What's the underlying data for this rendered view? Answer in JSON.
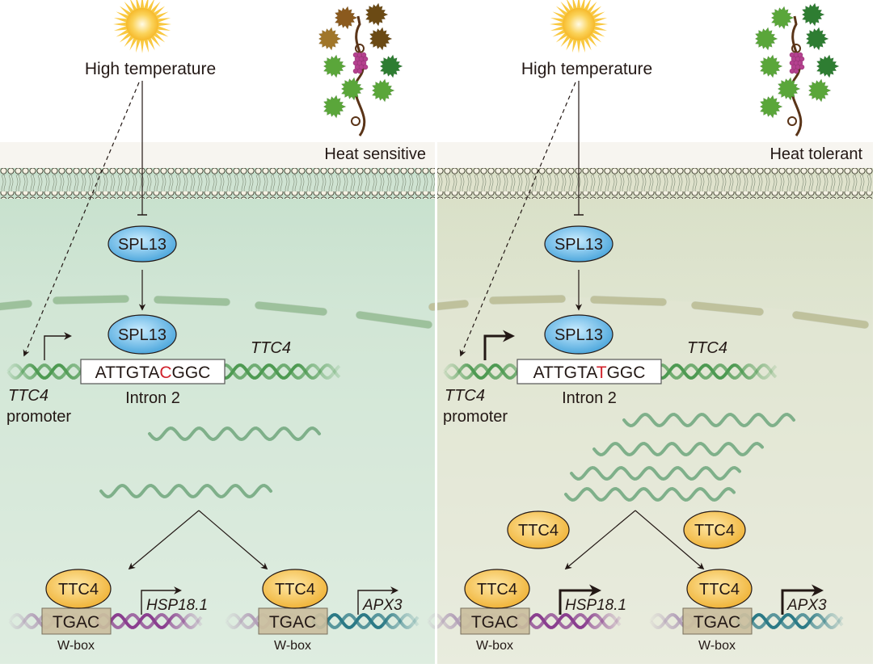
{
  "panels": [
    {
      "id": "sensitive",
      "plant_label": "Heat sensitive",
      "stimulus_label": "High temperature",
      "protein_upper": "SPL13",
      "protein_lower": "SPL13",
      "sequence_prefix": "ATTGTA",
      "sequence_variant": "C",
      "sequence_suffix": "GGC",
      "intron_label": "Intron 2",
      "gene_label": "TTC4",
      "promoter_label_line1": "TTC4",
      "promoter_label_line2": "promoter",
      "transcript_count": 2,
      "free_ttc4_count": 0,
      "target_protein": "TTC4",
      "wbox_motif": "TGAC",
      "wbox_label": "W-box",
      "target_genes": [
        "HSP18.1",
        "APX3"
      ],
      "cytoplasm_color": "#cfe3d3",
      "nucleus_segment_color": "#a9cfa9",
      "leaf_palette": [
        "#8b5a1e",
        "#6b4a14",
        "#a0762a",
        "#5aa63a",
        "#2e7d32"
      ]
    },
    {
      "id": "tolerant",
      "plant_label": "Heat tolerant",
      "stimulus_label": "High temperature",
      "protein_upper": "SPL13",
      "protein_lower": "SPL13",
      "sequence_prefix": "ATTGTA",
      "sequence_variant": "T",
      "sequence_suffix": "GGC",
      "intron_label": "Intron 2",
      "gene_label": "TTC4",
      "promoter_label_line1": "TTC4",
      "promoter_label_line2": "promoter",
      "transcript_count": 4,
      "free_ttc4_count": 2,
      "target_protein": "TTC4",
      "wbox_motif": "TGAC",
      "wbox_label": "W-box",
      "target_genes": [
        "HSP18.1",
        "APX3"
      ],
      "cytoplasm_color": "#dde3cf",
      "nucleus_segment_color": "#cfcfa9",
      "leaf_palette": [
        "#5aa63a",
        "#2e7d32",
        "#5aa63a",
        "#5aa63a",
        "#2e7d32"
      ]
    }
  ],
  "colors": {
    "spl13_fill": "#6fb9e6",
    "ttc4_fill": "#f5c150",
    "variant_base": "#d0202a",
    "wbox_fill": "#cbbf9f",
    "hsp_dna": "#8a3f8f",
    "apx_dna": "#2c7a86",
    "ttc4_dna": "#4e9a52",
    "mrna": "#7fb08a",
    "sun": "#f9c840"
  }
}
